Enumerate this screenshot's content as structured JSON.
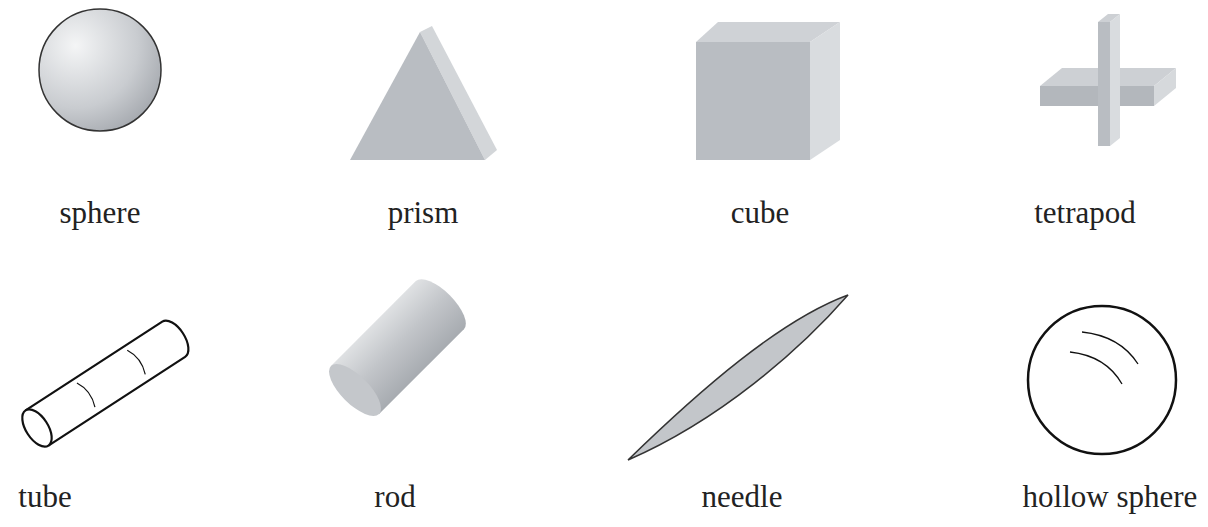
{
  "diagram": {
    "labels": [
      "sphere",
      "prism",
      "cube",
      "tetrapod",
      "tube",
      "rod",
      "needle",
      "hollow sphere"
    ]
  }
}
